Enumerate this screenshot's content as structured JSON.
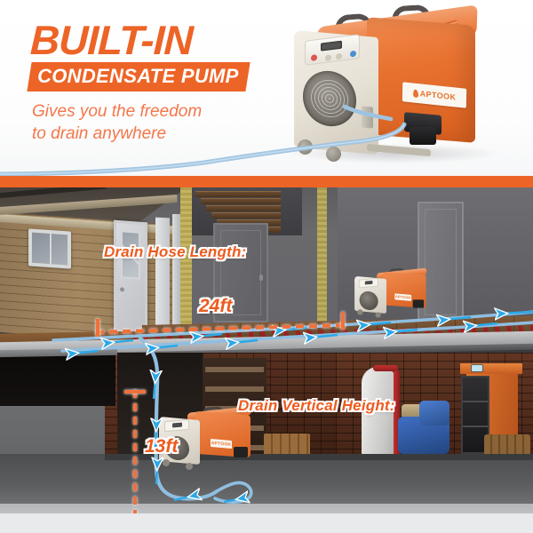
{
  "hero": {
    "title": "BUILT-IN",
    "banner": "CONDENSATE PUMP",
    "tagline": "Gives you the freedom\nto drain anywhere",
    "accent_color": "#ED6427",
    "tagline_color": "#F4764A"
  },
  "product": {
    "brand": "APTOOK",
    "type": "commercial-dehumidifier",
    "body_color": "#E8712F",
    "chassis_color": "#EFEAE0",
    "hose_color": "#7FB4DC"
  },
  "scene": {
    "measurements": [
      {
        "id": "hose-length",
        "label": "Drain Hose Length:",
        "value": "24ft",
        "orientation": "horizontal"
      },
      {
        "id": "vertical-height",
        "label": "Drain Vertical Height:",
        "value": "13ft",
        "orientation": "vertical"
      }
    ],
    "label_color": "#ED5B1E",
    "label_outline_color": "#FFFFFF",
    "measure_line_color": "#F2703A",
    "flow_arrow_color": "#2BA8E8",
    "upper_floor": {
      "description": "Ground floor interior with wood siding wall, window, white exterior door, staircase, gray interior wall with door, wood flooring"
    },
    "basement": {
      "description": "Brick-walled basement with water heater tank, blue pump, orange boiler, wood shelving, firewood logs, concrete floor"
    }
  }
}
